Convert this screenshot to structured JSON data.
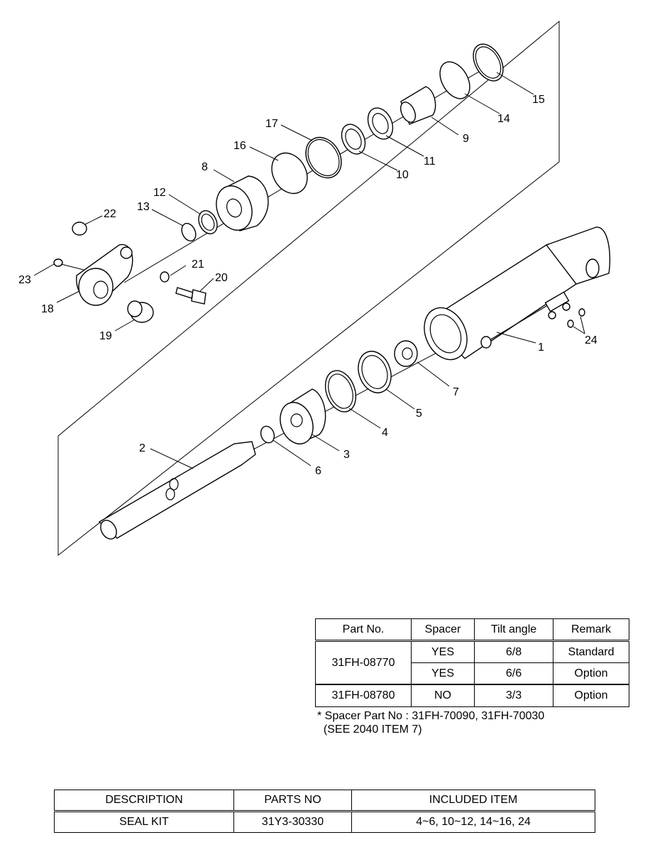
{
  "callouts": [
    "1",
    "2",
    "3",
    "4",
    "5",
    "6",
    "7",
    "8",
    "9",
    "10",
    "11",
    "12",
    "13",
    "14",
    "15",
    "16",
    "17",
    "18",
    "19",
    "20",
    "21",
    "22",
    "23",
    "24"
  ],
  "spec_table": {
    "headers": [
      "Part No.",
      "Spacer",
      "Tilt angle",
      "Remark"
    ],
    "rows": [
      {
        "part_no": "31FH-08770",
        "spacer": "YES",
        "tilt": "6/8",
        "remark": "Standard"
      },
      {
        "part_no": "",
        "spacer": "YES",
        "tilt": "6/6",
        "remark": "Option"
      },
      {
        "part_no": "31FH-08780",
        "spacer": "NO",
        "tilt": "3/3",
        "remark": "Option"
      }
    ]
  },
  "spec_note": {
    "line1": "* Spacer Part No : 31FH-70090, 31FH-70030",
    "line2": "  (SEE 2040 ITEM 7)"
  },
  "kit_table": {
    "headers": [
      "DESCRIPTION",
      "PARTS NO",
      "INCLUDED ITEM"
    ],
    "row": {
      "description": "SEAL KIT",
      "parts_no": "31Y3-30330",
      "included": "4~6, 10~12, 14~16, 24"
    }
  }
}
